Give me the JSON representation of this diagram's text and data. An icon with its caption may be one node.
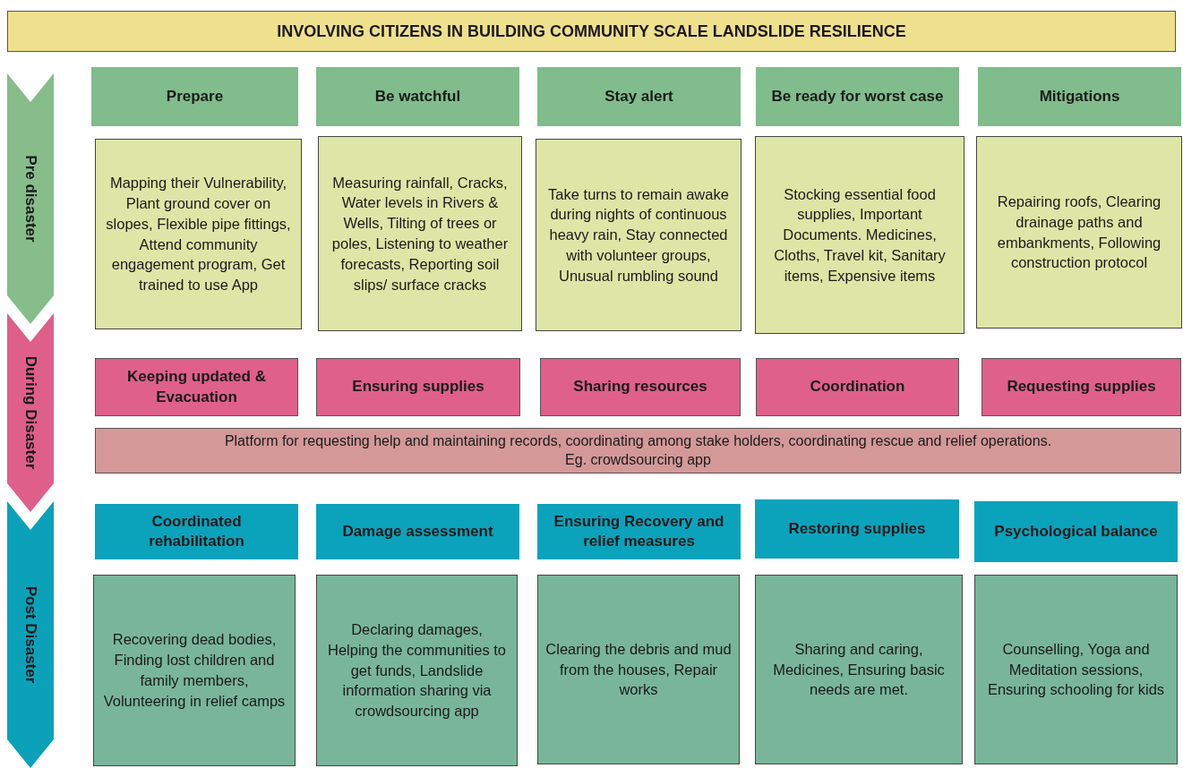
{
  "diagram": {
    "title": "INVOLVING CITIZENS IN BUILDING COMMUNITY SCALE LANDSLIDE RESILIENCE",
    "nodes": [
      {
        "text": [
          "Pre disaster"
        ]
      },
      {
        "text": [
          "During Disaster"
        ]
      },
      {
        "text": [
          "Post Disaster"
        ]
      },
      {
        "text": [
          "Prepare"
        ]
      },
      {
        "text": [
          "Be watchful"
        ]
      },
      {
        "text": [
          "Stay alert"
        ]
      },
      {
        "text": [
          "Be ready for worst case"
        ]
      },
      {
        "text": [
          "Mitigations"
        ]
      },
      {
        "text": [
          "Mapping their Vulnerability, Plant ground cover on slopes, Flexible pipe fittings, Attend community engagement program, Get trained to use App"
        ]
      },
      {
        "text": [
          "Measuring rainfall, Cracks, Water levels in Rivers & Wells, Tilting of trees or poles, Listening to weather forecasts, Reporting soil slips/ surface cracks"
        ]
      },
      {
        "text": [
          "Take turns to remain awake during nights of continuous heavy rain, Stay connected with volunteer groups, Unusual rumbling sound"
        ]
      },
      {
        "text": [
          "Stocking essential food supplies, Important Documents. Medicines, Cloths, Travel kit, Sanitary items, Expensive items"
        ]
      },
      {
        "text": [
          "Repairing roofs, Clearing drainage paths and embankments, Following construction protocol"
        ]
      },
      {
        "text": [
          "Keeping updated & Evacuation"
        ]
      },
      {
        "text": [
          "Ensuring supplies"
        ]
      },
      {
        "text": [
          "Sharing resources"
        ]
      },
      {
        "text": [
          "Coordination"
        ]
      },
      {
        "text": [
          "Requesting supplies"
        ]
      },
      {
        "text": [
          "Platform for requesting help and maintaining records, coordinating among stake holders, coordinating rescue and relief operations.",
          "Eg. crowdsourcing app"
        ]
      },
      {
        "text": [
          "Coordinated rehabilitation"
        ]
      },
      {
        "text": [
          "Damage assessment"
        ]
      },
      {
        "text": [
          "Ensuring Recovery and relief measures"
        ]
      },
      {
        "text": [
          "Restoring supplies"
        ]
      },
      {
        "text": [
          "Psychological balance"
        ]
      },
      {
        "text": [
          "Recovering dead bodies, Finding lost children and family members, Volunteering in relief camps"
        ]
      },
      {
        "text": [
          "Declaring damages, Helping the communities to get funds, Landslide information sharing via crowdsourcing app"
        ]
      },
      {
        "text": [
          "Clearing the debris and mud from the houses, Repair works"
        ]
      },
      {
        "text": [
          "Sharing and caring, Medicines, Ensuring basic needs are met."
        ]
      },
      {
        "text": [
          "Counselling, Yoga and Meditation sessions, Ensuring schooling for kids"
        ]
      }
    ]
  }
}
